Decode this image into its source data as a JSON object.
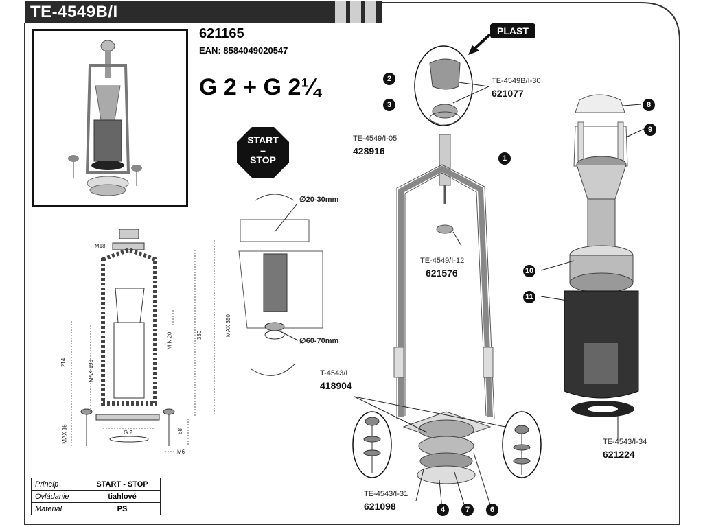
{
  "title": "TE-4549B/I",
  "product": {
    "code": "621165",
    "ean": "EAN: 8584049020547",
    "thread": "G 2 + G 2¼"
  },
  "start_stop": {
    "line1": "START",
    "line2": "–",
    "line3": "STOP"
  },
  "plast_label": "PLAST",
  "install": {
    "hole_top": "∅20-30mm",
    "hole_bottom": "∅60-70mm"
  },
  "dims": {
    "m18": "M18",
    "max350": "MAX 350",
    "d330": "330",
    "min20": "MIN 20",
    "d214": "214",
    "max193": "MAX 193",
    "max15": "MAX 15",
    "d68": "68",
    "g2": "G 2",
    "m6": "M6"
  },
  "parts": [
    {
      "ref": "TE-4549B/I-30",
      "code": "621077"
    },
    {
      "ref": "TE-4549/I-05",
      "code": "428916"
    },
    {
      "ref": "TE-4549/I-12",
      "code": "621576"
    },
    {
      "ref": "T-4543/I",
      "code": "418904"
    },
    {
      "ref": "TE-4543/I-31",
      "code": "621098"
    },
    {
      "ref": "TE-4543/I-34",
      "code": "621224"
    }
  ],
  "badges": [
    "1",
    "2",
    "3",
    "4",
    "6",
    "7",
    "8",
    "9",
    "10",
    "11"
  ],
  "spec_table": [
    {
      "key": "Princíp",
      "value": "START - STOP"
    },
    {
      "key": "Ovládanie",
      "value": "tiahlové"
    },
    {
      "key": "Materiál",
      "value": "PS"
    }
  ]
}
